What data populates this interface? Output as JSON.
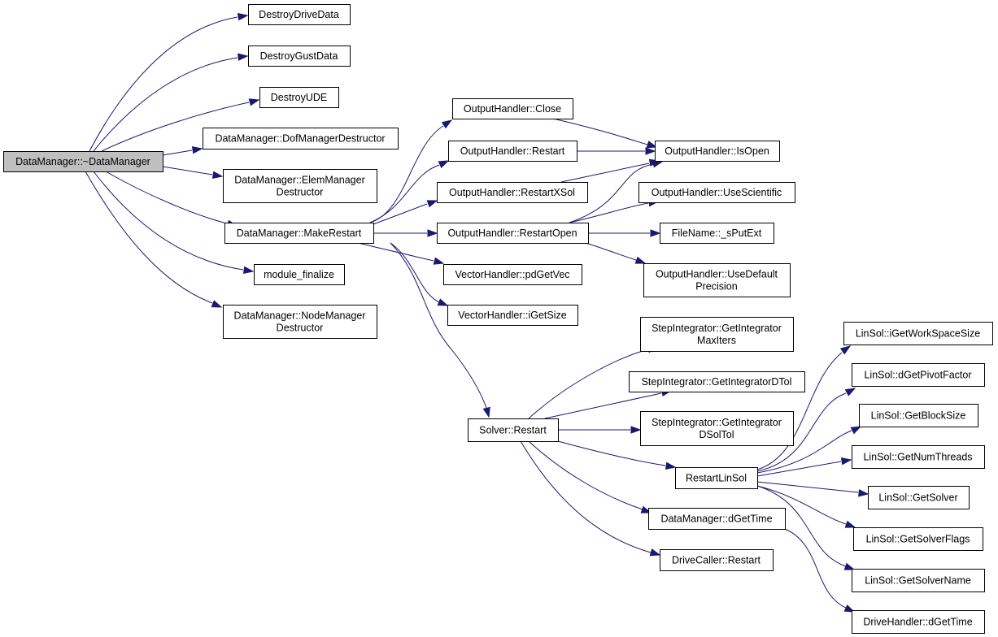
{
  "colors": {
    "edge": "#191970",
    "root_fill": "#bfbfbf",
    "node_fill": "#ffffff",
    "node_border": "#000000"
  },
  "nodes": {
    "root": [
      "DataManager::~DataManager"
    ],
    "destroy_drive_data": [
      "DestroyDriveData"
    ],
    "destroy_gust_data": [
      "DestroyGustData"
    ],
    "destroy_ude": [
      "DestroyUDE"
    ],
    "dof_manager_destructor": [
      "DataManager::DofManagerDestructor"
    ],
    "elem_manager_destructor": [
      "DataManager::ElemManager",
      "Destructor"
    ],
    "make_restart": [
      "DataManager::MakeRestart"
    ],
    "module_finalize": [
      "module_finalize"
    ],
    "node_manager_destructor": [
      "DataManager::NodeManager",
      "Destructor"
    ],
    "oh_close": [
      "OutputHandler::Close"
    ],
    "oh_restart": [
      "OutputHandler::Restart"
    ],
    "oh_restart_xsol": [
      "OutputHandler::RestartXSol"
    ],
    "oh_restart_open": [
      "OutputHandler::RestartOpen"
    ],
    "vh_pdgetvec": [
      "VectorHandler::pdGetVec"
    ],
    "vh_igetsize": [
      "VectorHandler::iGetSize"
    ],
    "solver_restart": [
      "Solver::Restart"
    ],
    "oh_isopen": [
      "OutputHandler::IsOpen"
    ],
    "oh_usescientific": [
      "OutputHandler::UseScientific"
    ],
    "filename_sputext": [
      "FileName::_sPutExt"
    ],
    "oh_usedefaultprecision": [
      "OutputHandler::UseDefault",
      "Precision"
    ],
    "si_maxiters": [
      "StepIntegrator::GetIntegrator",
      "MaxIters"
    ],
    "si_dtol": [
      "StepIntegrator::GetIntegratorDTol"
    ],
    "si_dsoltol": [
      "StepIntegrator::GetIntegrator",
      "DSolTol"
    ],
    "restart_linsol": [
      "RestartLinSol"
    ],
    "dm_dgettime": [
      "DataManager::dGetTime"
    ],
    "dc_restart": [
      "DriveCaller::Restart"
    ],
    "ls_workspace": [
      "LinSol::iGetWorkSpaceSize"
    ],
    "ls_pivot": [
      "LinSol::dGetPivotFactor"
    ],
    "ls_blocksize": [
      "LinSol::GetBlockSize"
    ],
    "ls_numthreads": [
      "LinSol::GetNumThreads"
    ],
    "ls_solver": [
      "LinSol::GetSolver"
    ],
    "ls_solverflags": [
      "LinSol::GetSolverFlags"
    ],
    "ls_solvername": [
      "LinSol::GetSolverName"
    ],
    "dh_dgettime": [
      "DriveHandler::dGetTime"
    ]
  },
  "edges": [
    [
      "root",
      "destroy_drive_data"
    ],
    [
      "root",
      "destroy_gust_data"
    ],
    [
      "root",
      "destroy_ude"
    ],
    [
      "root",
      "dof_manager_destructor"
    ],
    [
      "root",
      "elem_manager_destructor"
    ],
    [
      "root",
      "make_restart"
    ],
    [
      "root",
      "module_finalize"
    ],
    [
      "root",
      "node_manager_destructor"
    ],
    [
      "make_restart",
      "oh_close"
    ],
    [
      "make_restart",
      "oh_restart"
    ],
    [
      "make_restart",
      "oh_restart_xsol"
    ],
    [
      "make_restart",
      "oh_restart_open"
    ],
    [
      "make_restart",
      "vh_pdgetvec"
    ],
    [
      "make_restart",
      "vh_igetsize"
    ],
    [
      "make_restart",
      "solver_restart"
    ],
    [
      "oh_close",
      "oh_isopen"
    ],
    [
      "oh_restart",
      "oh_isopen"
    ],
    [
      "oh_restart_xsol",
      "oh_isopen"
    ],
    [
      "oh_restart_open",
      "oh_isopen"
    ],
    [
      "oh_restart_open",
      "oh_usescientific"
    ],
    [
      "oh_restart_open",
      "filename_sputext"
    ],
    [
      "oh_restart_open",
      "oh_usedefaultprecision"
    ],
    [
      "solver_restart",
      "si_maxiters"
    ],
    [
      "solver_restart",
      "si_dtol"
    ],
    [
      "solver_restart",
      "si_dsoltol"
    ],
    [
      "solver_restart",
      "restart_linsol"
    ],
    [
      "solver_restart",
      "dm_dgettime"
    ],
    [
      "solver_restart",
      "dc_restart"
    ],
    [
      "restart_linsol",
      "ls_workspace"
    ],
    [
      "restart_linsol",
      "ls_pivot"
    ],
    [
      "restart_linsol",
      "ls_blocksize"
    ],
    [
      "restart_linsol",
      "ls_numthreads"
    ],
    [
      "restart_linsol",
      "ls_solver"
    ],
    [
      "restart_linsol",
      "ls_solverflags"
    ],
    [
      "restart_linsol",
      "ls_solvername"
    ],
    [
      "dm_dgettime",
      "dh_dgettime"
    ]
  ]
}
